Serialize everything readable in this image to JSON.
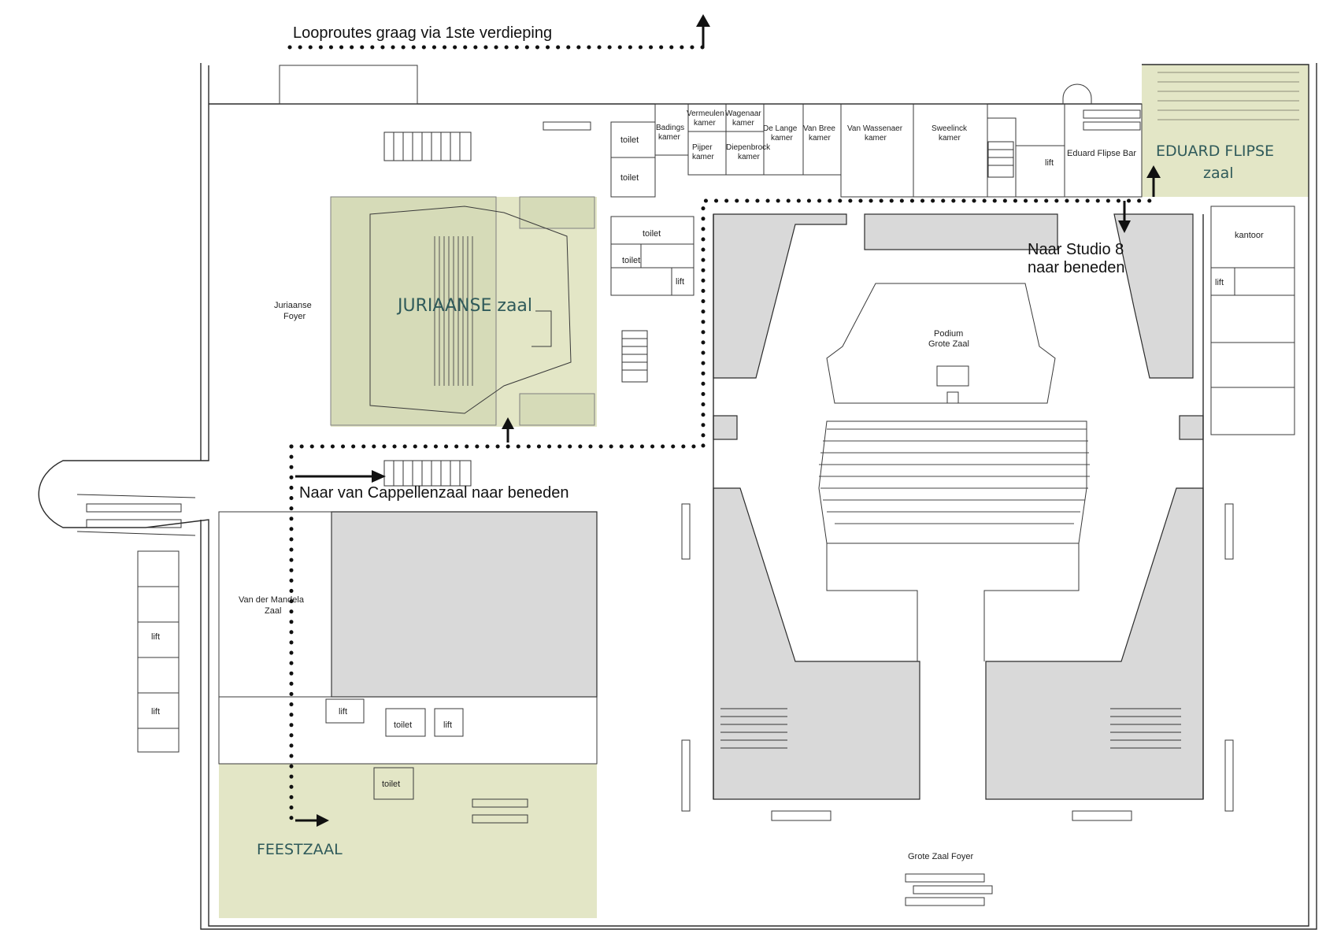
{
  "notes": {
    "top": "Looproutes graag via 1ste verdieping",
    "cappellen": "Naar  van Cappellenzaal naar beneden",
    "studio_line1": "Naar Studio 8",
    "studio_line2": "naar beneden"
  },
  "halls": {
    "juriaanse": "JURIAANSE zaal",
    "eduard_line1": "EDUARD FLIPSE",
    "eduard_line2": "zaal",
    "feestzaal": "FEESTZAAL"
  },
  "rooms": {
    "juriaanse_foyer_1": "Juriaanse",
    "juriaanse_foyer_2": "Foyer",
    "badings_1": "Badings",
    "badings_2": "kamer",
    "vermeulen_1": "Vermeulen",
    "vermeulen_2": "kamer",
    "wagenaar_1": "Wagenaar",
    "wagenaar_2": "kamer",
    "pijper_1": "Pijper",
    "pijper_2": "kamer",
    "diepenbrock_1": "Diepenbrock",
    "diepenbrock_2": "kamer",
    "delange_1": "De Lange",
    "delange_2": "kamer",
    "vanbree_1": "Van Bree",
    "vanbree_2": "kamer",
    "vanwassenaer_1": "Van Wassenaer",
    "vanwassenaer_2": "kamer",
    "sweelinck_1": "Sweelinck",
    "sweelinck_2": "kamer",
    "eduard_bar": "Eduard Flipse Bar",
    "kantoor": "kantoor",
    "podium_1": "Podium",
    "podium_2": "Grote Zaal",
    "vandermandela_1": "Van der Mandela",
    "vandermandela_2": "Zaal",
    "grote_zaal_foyer": "Grote Zaal Foyer",
    "toilet": "toilet",
    "lift": "lift"
  },
  "colors": {
    "hall_fill": "#e3e6c6",
    "stage_grey": "#d9d9d9",
    "hall_text": "#2f5a5a",
    "route": "#111111"
  }
}
